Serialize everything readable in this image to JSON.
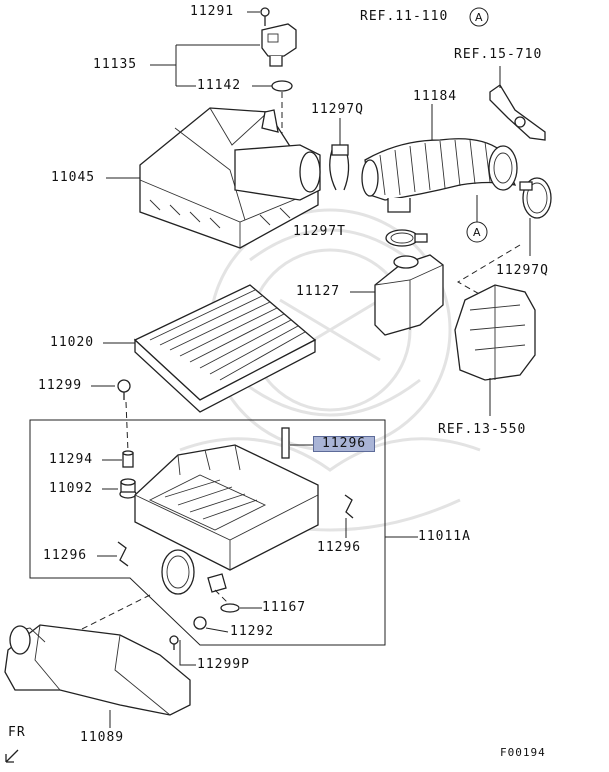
{
  "labels": {
    "p11291": "11291",
    "ref11": "REF.11-110",
    "ref11_mark": "A",
    "ref15": "REF.15-710",
    "p11135": "11135",
    "p11142": "11142",
    "p11297q_top": "11297Q",
    "p11184": "11184",
    "p11045": "11045",
    "p11297t": "11297T",
    "mark_a": "A",
    "p11297q_right": "11297Q",
    "p11127": "11127",
    "p11020": "11020",
    "p11299": "11299",
    "ref13": "REF.13-550",
    "p11294": "11294",
    "p11296_hl": "11296",
    "p11092": "11092",
    "p11296_left": "11296",
    "p11296_right": "11296",
    "p11011a": "11011A",
    "p11167": "11167",
    "p11292": "11292",
    "p11299p": "11299P",
    "p11089": "11089",
    "fr": "FR",
    "footer_code": "F00194"
  },
  "colors": {
    "highlight": "#a9b4d6",
    "line": "#222222"
  }
}
